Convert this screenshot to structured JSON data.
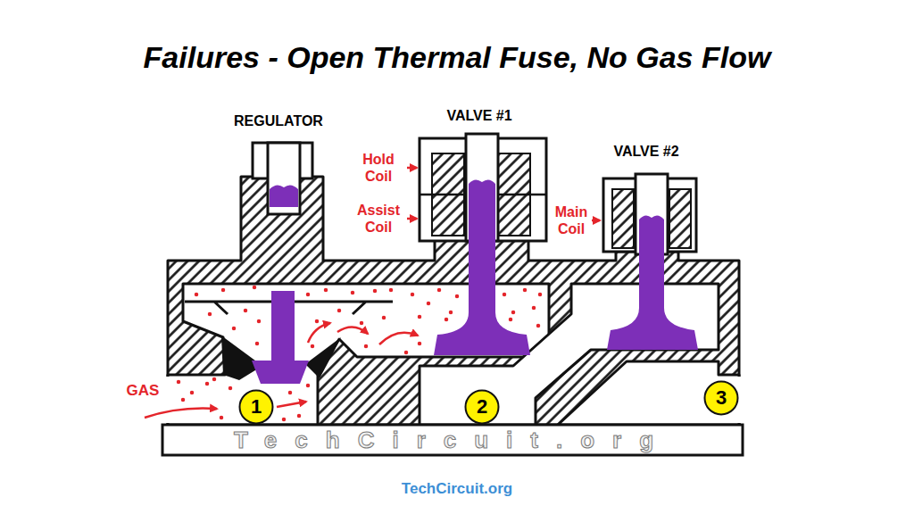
{
  "diagram": {
    "title": "Failures - Open Thermal Fuse, No Gas Flow",
    "caption": "TechCircuit.org",
    "nodes": [
      {
        "text": [
          "1"
        ]
      },
      {
        "text": [
          "2"
        ]
      },
      {
        "text": [
          "3"
        ]
      }
    ],
    "labels": [
      "REGULATOR",
      "VALVE #1",
      "Hold Coil",
      "Assist Coil",
      "VALVE #2",
      "Main Coil",
      "GAS",
      "TechCircuit.org"
    ]
  }
}
